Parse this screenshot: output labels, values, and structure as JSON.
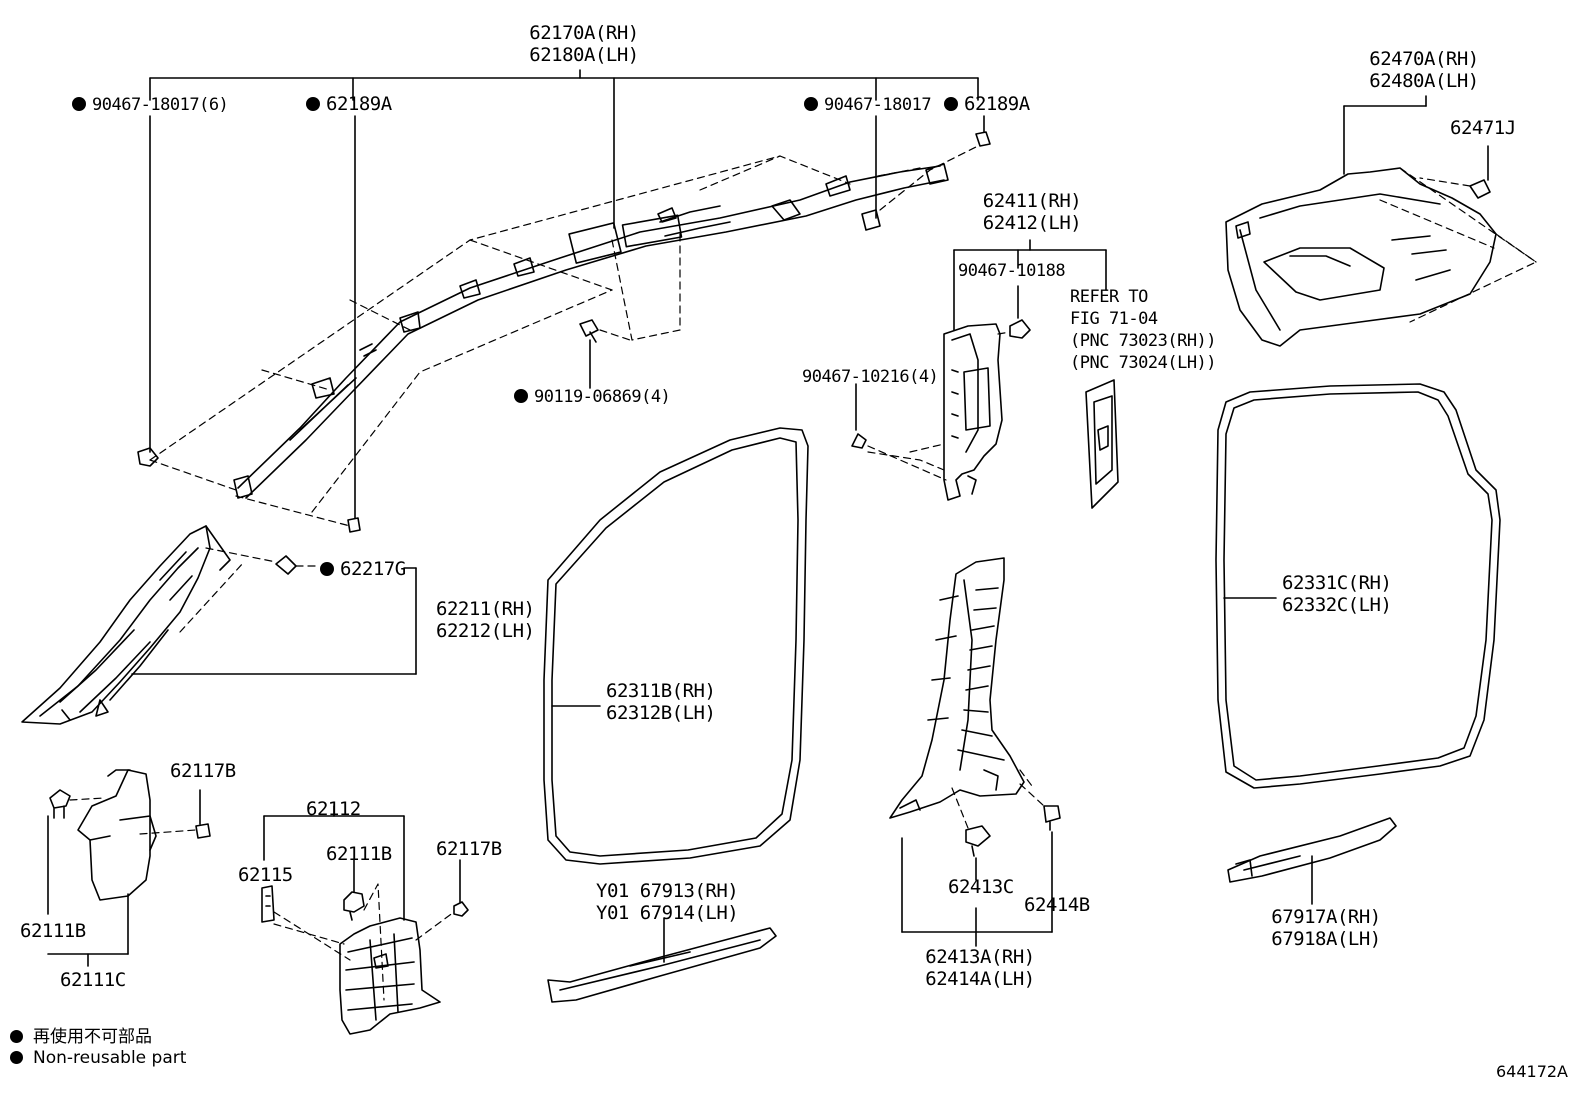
{
  "callouts": {
    "head_airbag": {
      "rh": "62170A(RH)",
      "lh": "62180A(LH)"
    },
    "clip_left": "90467-18017(6)",
    "clip_62189a_left": "62189A",
    "clip_right": "90467-18017",
    "clip_62189a_right": "62189A",
    "bolt": "90119-06869(4)",
    "rear_quarter_trim": {
      "rh": "62470A(RH)",
      "lh": "62480A(LH)"
    },
    "clip_62471j": "62471J",
    "center_pillar_upper": {
      "rh": "62411(RH)",
      "lh": "62412(LH)"
    },
    "clip_10188": "90467-10188",
    "clip_10216": "90467-10216(4)",
    "refer": {
      "l1": "REFER TO",
      "l2": "FIG 71-04",
      "l3": "(PNC 73023(RH))",
      "l4": "(PNC 73024(LH))"
    },
    "clip_62217g": "62217G",
    "front_pillar": {
      "rh": "62211(RH)",
      "lh": "62212(LH)"
    },
    "front_door_weatherstrip": {
      "rh": "62311B(RH)",
      "lh": "62312B(LH)"
    },
    "rear_door_weatherstrip": {
      "rh": "62331C(RH)",
      "lh": "62332C(LH)"
    },
    "clip_62117b_a": "62117B",
    "clip_62117b_b": "62117B",
    "cowl_62112": "62112",
    "clip_62115": "62115",
    "clip_62111b_a": "62111B",
    "clip_62111b_b": "62111B",
    "cowl_62111c": "62111C",
    "scuff_front": {
      "rh": "Y01 67913(RH)",
      "lh": "Y01 67914(LH)"
    },
    "clip_62413c": "62413C",
    "clip_62414b": "62414B",
    "center_pillar_lower": {
      "rh": "62413A(RH)",
      "lh": "62414A(LH)"
    },
    "scuff_rear": {
      "rh": "67917A(RH)",
      "lh": "67918A(LH)"
    }
  },
  "legend": {
    "jp": "再使用不可部品",
    "en": "Non-reusable part"
  },
  "figure_id": "644172A"
}
